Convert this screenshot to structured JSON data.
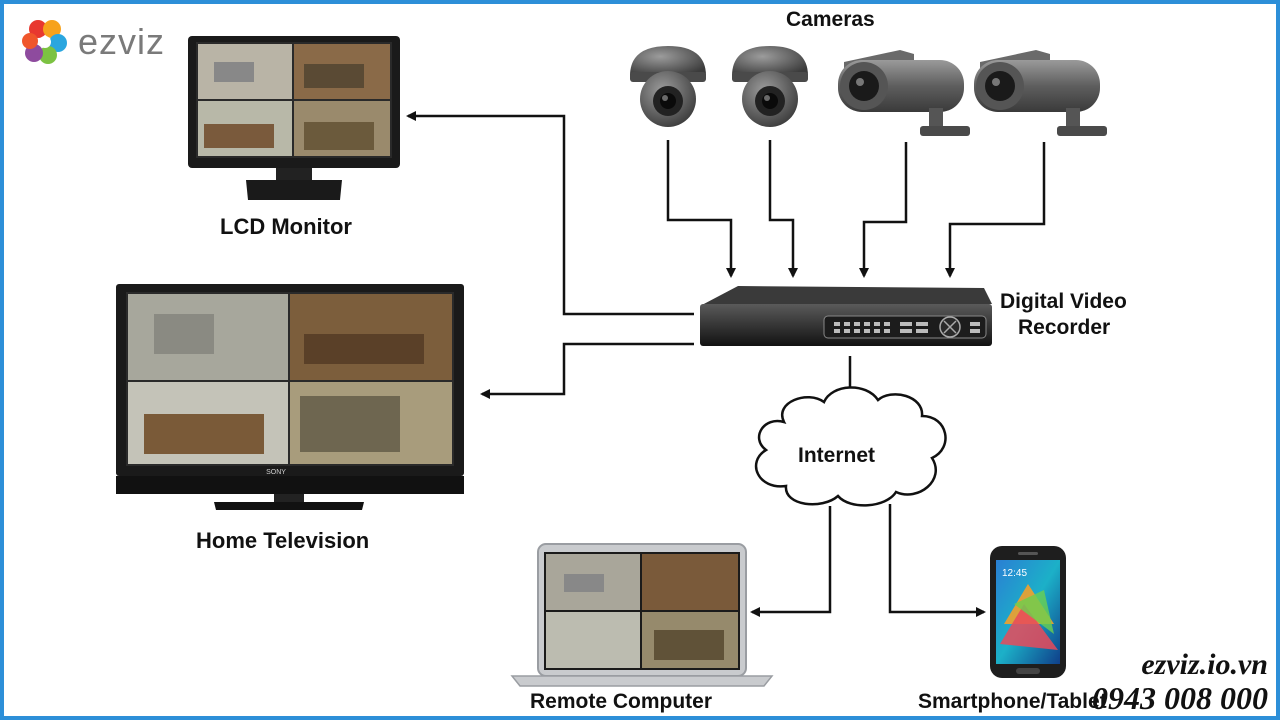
{
  "brand": {
    "name": "ezviz",
    "logo_colors": [
      "#e8382f",
      "#f7a21b",
      "#2aa6df",
      "#7cc242",
      "#8e4b9e"
    ]
  },
  "labels": {
    "cameras": "Cameras",
    "lcd_monitor": "LCD Monitor",
    "dvr_line1": "Digital Video",
    "dvr_line2": "Recorder",
    "internet": "Internet",
    "home_tv": "Home Television",
    "remote_computer": "Remote Computer",
    "smartphone": "Smartphone/Tablet"
  },
  "device_text": {
    "tv_brand": "SONY",
    "phone_time": "12:45"
  },
  "watermark": {
    "site": "ezviz.io.vn",
    "phone": "0943 008 000"
  },
  "colors": {
    "frame": "#2d8fd8",
    "arrow": "#111111"
  }
}
